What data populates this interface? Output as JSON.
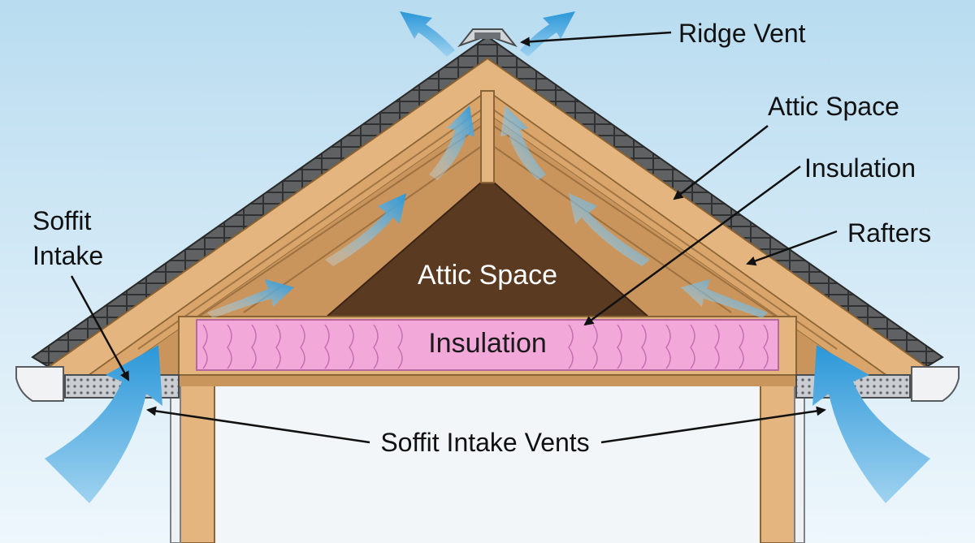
{
  "labels": {
    "ridge_vent": "Ridge Vent",
    "attic_space_outer": "Attic Space",
    "insulation_outer": "Insulation",
    "rafters": "Rafters",
    "soffit_intake_line1": "Soffit",
    "soffit_intake_line2": "Intake",
    "attic_space_inner": "Attic Space",
    "insulation_inner": "Insulation",
    "soffit_intake_vents": "Soffit Intake Vents"
  },
  "colors": {
    "sky_top": "#b9dcf0",
    "sky_bottom": "#eef7fc",
    "wood": "#e4b57e",
    "wood_dark": "#a87a45",
    "attic_dark": "#5b3a22",
    "insulation": "#f2a8d8",
    "shingle": "#5a5a5a",
    "airflow": "#3aa3df",
    "wall": "#e9edf1"
  }
}
